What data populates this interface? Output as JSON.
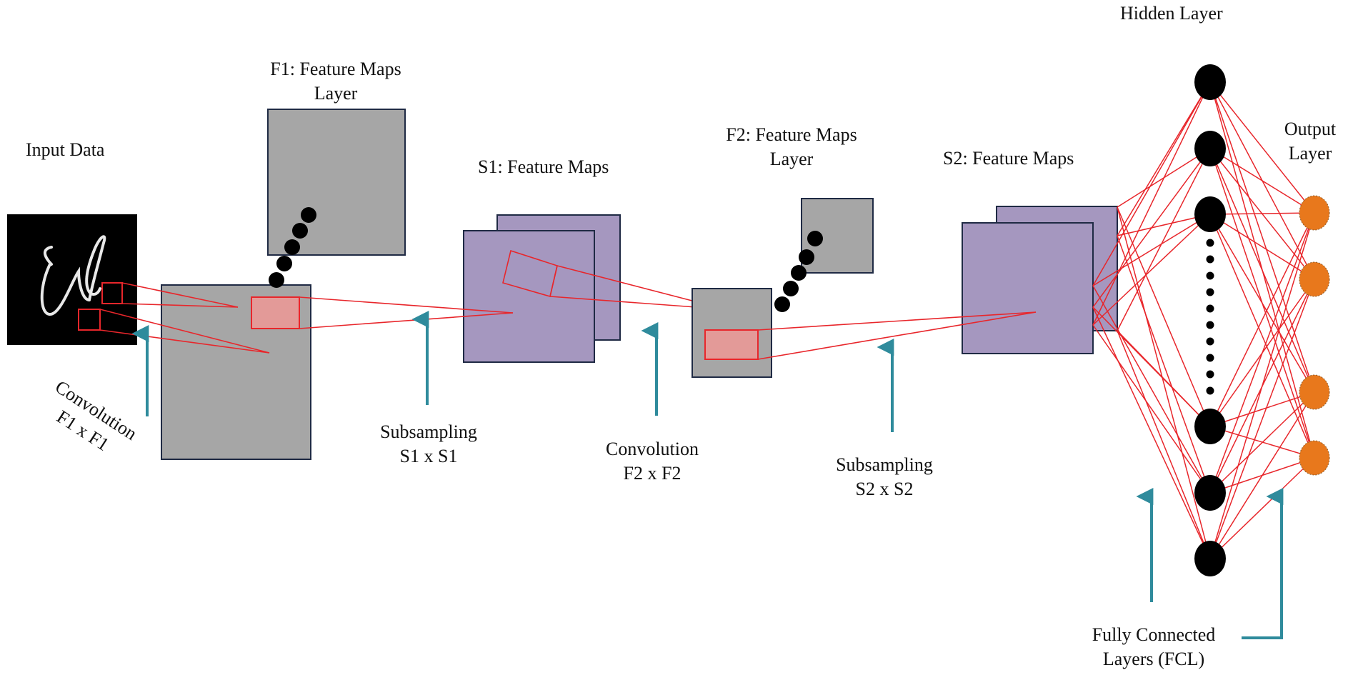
{
  "title": "Convolutional Neural Network Architecture",
  "labels": {
    "input": "Input Data",
    "f1_line1": "F1: Feature Maps",
    "f1_line2": "Layer",
    "s1": "S1: Feature Maps",
    "f2_line1": "F2: Feature Maps",
    "f2_line2": "Layer",
    "s2": "S2: Feature Maps",
    "hidden": "Hidden Layer",
    "output_line1": "Output",
    "output_line2": "Layer",
    "conv1_line1": "Convolution",
    "conv1_line2": "F1 x F1",
    "sub1_line1": "Subsampling",
    "sub1_line2": "S1 x S1",
    "conv2_line1": "Convolution",
    "conv2_line2": "F2 x F2",
    "sub2_line1": "Subsampling",
    "sub2_line2": "S2 x S2",
    "fcl_line1": "Fully Connected",
    "fcl_line2": "Layers (FCL)"
  },
  "network": {
    "hidden_nodes_visible": 6,
    "output_nodes_visible": 4,
    "ellipsis": "vertical dots between hidden nodes"
  },
  "colors": {
    "feature_map_gray": "#a6a6a6",
    "subsample_purple": "#a597bf",
    "border": "#1f2a44",
    "connection_red": "#e8262b",
    "receptive_field_fill": "#e39a98",
    "arrow_teal": "#2f8b9c",
    "hidden_node": "#000000",
    "output_node": "#e8781c",
    "input_bg": "#000000"
  }
}
